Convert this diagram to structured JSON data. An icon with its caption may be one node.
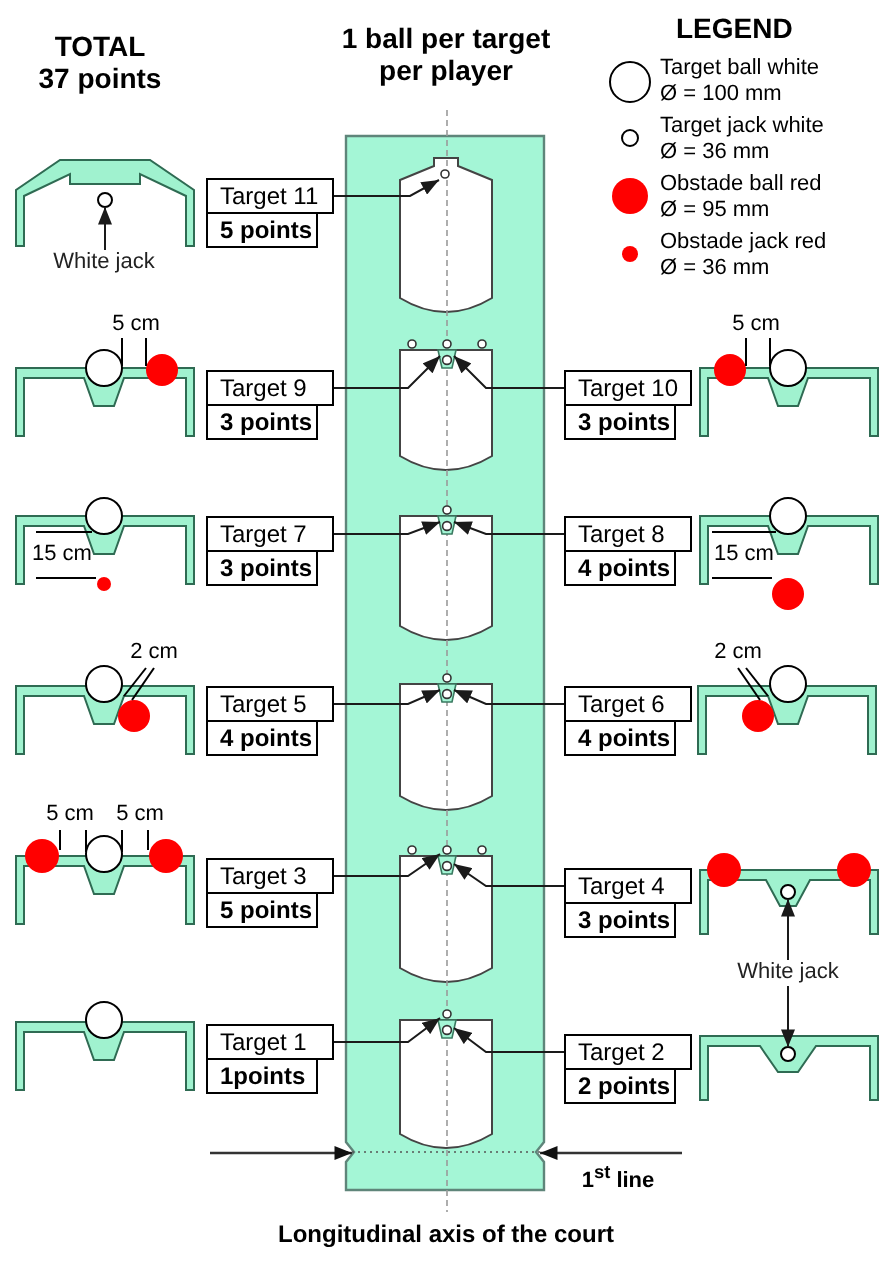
{
  "diagram": {
    "title": "1 ball per target per player",
    "nodes": [
      {
        "text": [
          "Target 11",
          "5 points"
        ]
      },
      {
        "text": [],
        "shape": "circle"
      },
      {
        "text": [
          "White jack"
        ]
      },
      {
        "text": [
          "Target 9",
          "3 points"
        ]
      },
      {
        "text": [
          "Target 10",
          "3 points"
        ]
      },
      {
        "text": [
          "Target 7",
          "3 points"
        ]
      },
      {
        "text": [
          "Target 8",
          "4 points"
        ]
      },
      {
        "text": [
          "Target 5",
          "4 points"
        ]
      },
      {
        "text": [
          "Target 6",
          "4 points"
        ]
      },
      {
        "text": [
          "Target 3",
          "5 points"
        ]
      },
      {
        "text": [
          "Target 4",
          "3 points"
        ]
      },
      {
        "text": [],
        "shape": "circle"
      },
      {
        "text": [
          "White jack"
        ]
      },
      {
        "text": [
          "Target 1",
          "1points"
        ]
      },
      {
        "text": [
          "Target 2",
          "2 points"
        ]
      },
      {
        "text": [],
        "shape": "circle"
      }
    ],
    "edges": [
      {
        "from": 0,
        "to": null,
        "arrow": "to"
      },
      {
        "from": 2,
        "to": 1,
        "arrow": "to"
      },
      {
        "from": 3,
        "to": null,
        "arrow": "to"
      },
      {
        "from": 4,
        "to": null,
        "arrow": "to"
      },
      {
        "from": 5,
        "to": null,
        "arrow": "to"
      },
      {
        "from": 6,
        "to": null,
        "arrow": "to"
      },
      {
        "from": 7,
        "to": null,
        "arrow": "to"
      },
      {
        "from": 8,
        "to": null,
        "arrow": "to"
      },
      {
        "from": 9,
        "to": null,
        "arrow": "to"
      },
      {
        "from": 10,
        "to": null,
        "arrow": "to"
      },
      {
        "from": 12,
        "to": 11,
        "arrow": "to"
      },
      {
        "from": 12,
        "to": 15,
        "arrow": "to"
      },
      {
        "from": 13,
        "to": null,
        "arrow": "to"
      },
      {
        "from": 14,
        "to": null,
        "arrow": "to"
      }
    ],
    "labels": [
      "TOTAL 37 points",
      "LEGEND",
      "5 cm",
      "5 cm",
      "15 cm",
      "15 cm",
      "2 cm",
      "2 cm",
      "5 cm",
      "5 cm",
      "1$^{st}$ line",
      "Longitudinal axis of the court"
    ],
    "legend": [
      {
        "text": "Target ball white Ø = 100 mm"
      },
      {
        "text": "Target jack white Ø = 36 mm"
      },
      {
        "text": "Obstade ball red Ø = 95 mm",
        "color": "#ff0000"
      },
      {
        "text": "Obstade jack red Ø = 36 mm",
        "color": "#ff0000"
      }
    ]
  }
}
